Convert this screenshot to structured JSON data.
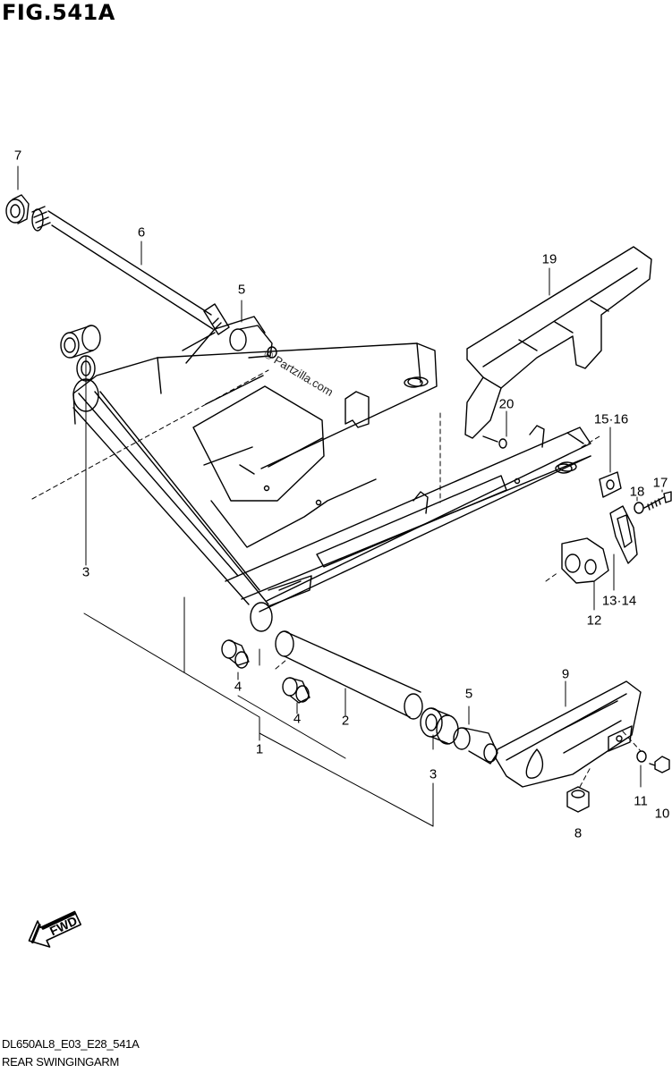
{
  "figure": {
    "title": "FIG.541A",
    "code": "DL650AL8_E03_E28_541A",
    "name": "REAR SWINGINGARM",
    "watermark": "© Partzilla.com"
  },
  "direction_arrow": {
    "label": "FWD",
    "icon": "fwd-arrow-icon"
  },
  "callouts": {
    "c1": "1",
    "c2": "2",
    "c3a": "3",
    "c3b": "3",
    "c4a": "4",
    "c4b": "4",
    "c5a": "5",
    "c5b": "5",
    "c6": "6",
    "c7": "7",
    "c8": "8",
    "c9": "9",
    "c10": "10",
    "c11": "11",
    "c12": "12",
    "c13_14": "13·14",
    "c15_16": "15·16",
    "c17": "17",
    "c18": "18",
    "c19": "19",
    "c20": "20"
  }
}
